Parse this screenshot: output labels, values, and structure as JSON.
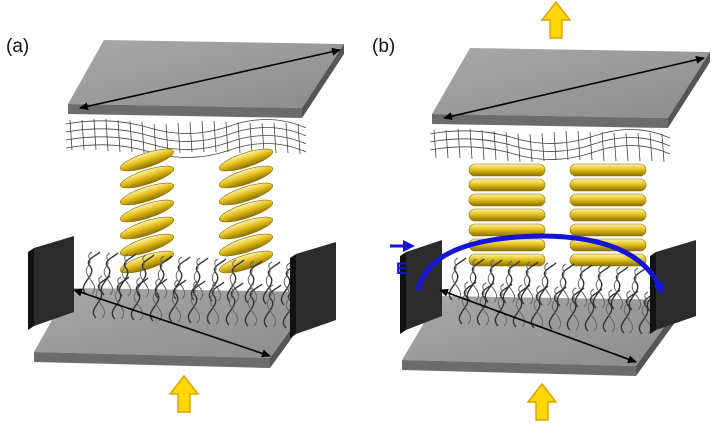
{
  "panels": [
    {
      "id": "a",
      "label": "(a)",
      "helix_style": "twisted"
    },
    {
      "id": "b",
      "label": "(b)",
      "helix_style": "stacked",
      "field_label": "E"
    }
  ],
  "colors": {
    "plate_top": "#9a9a9a",
    "plate_side": "#6c6c6c",
    "electrode": "#2b2b2b",
    "helix_fill": "#e6c21a",
    "helix_dark": "#a88a06",
    "field_arrow": "#1414d8",
    "force_arrow_fill": "#ffd800",
    "force_arrow_stroke": "#e0a000",
    "polarizer_arrow": "#000000"
  },
  "icons": [
    "up-arrow-icon",
    "polarizer-direction-arrow",
    "dna-strand",
    "graphene-mesh",
    "lc-helix"
  ]
}
